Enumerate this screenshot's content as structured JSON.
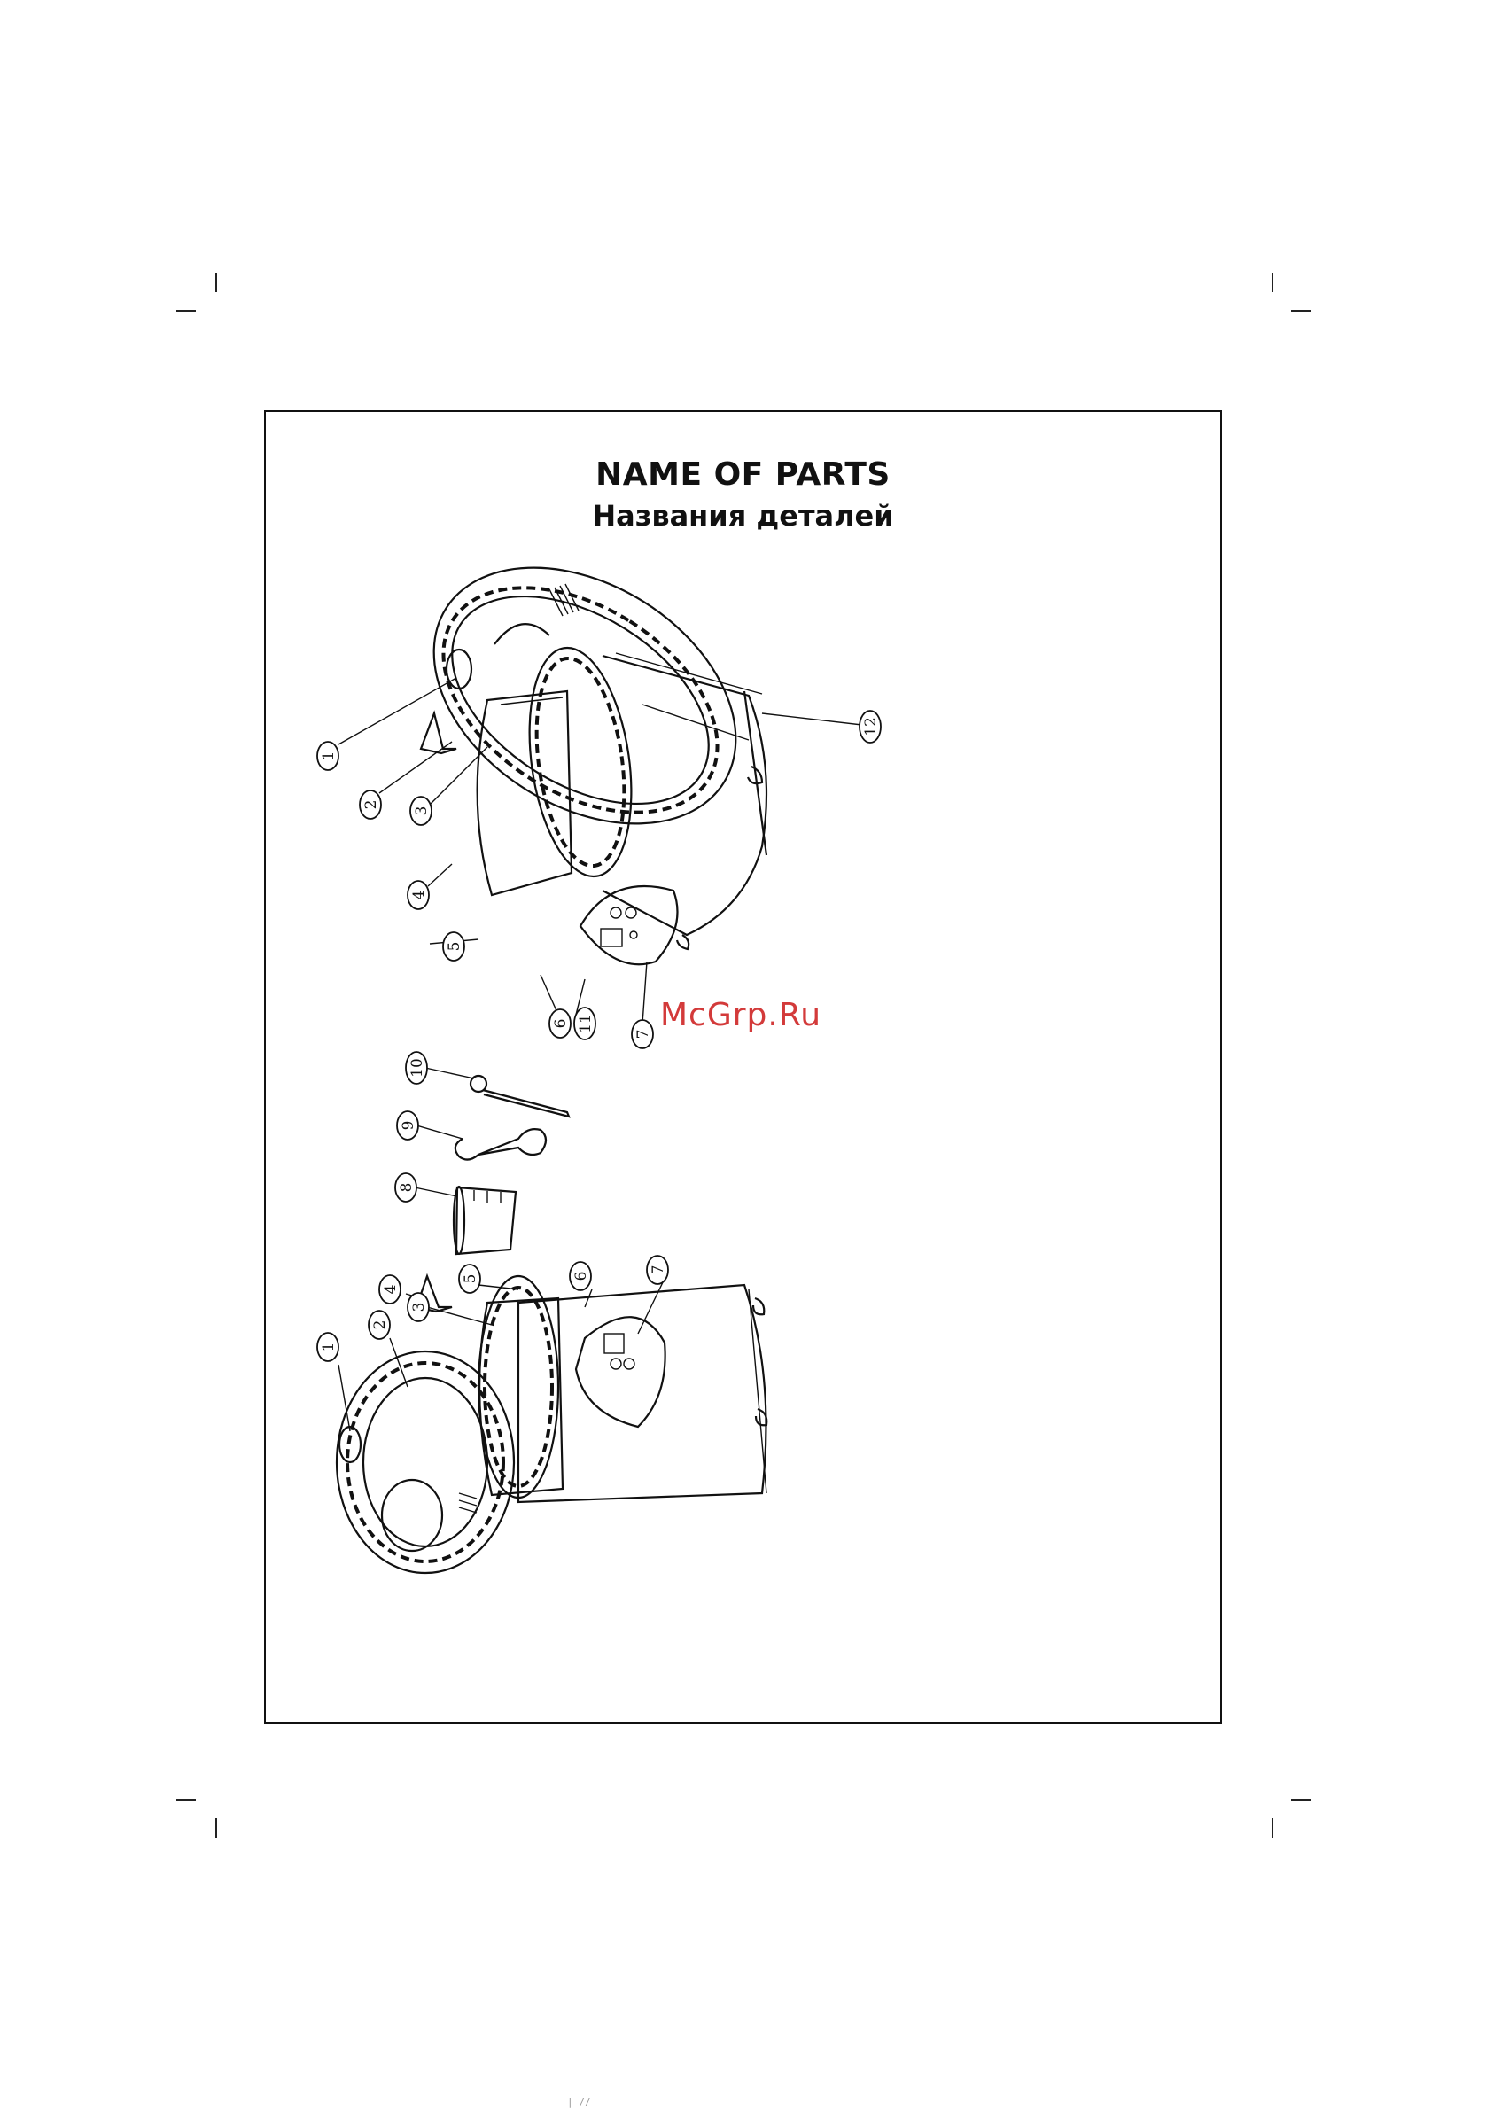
{
  "page": {
    "title_en": "NAME OF PARTS",
    "title_ru": "Названия деталей"
  },
  "watermark": {
    "text": "McGrp.Ru",
    "color": "#d33a3a"
  },
  "callouts": {
    "upper": [
      "1",
      "2",
      "3",
      "4",
      "5",
      "6",
      "11",
      "7",
      "12"
    ],
    "accessories": [
      "10",
      "9",
      "8"
    ],
    "lower": [
      "1",
      "2",
      "3",
      "4",
      "5",
      "6",
      "7"
    ]
  },
  "footer": {
    "mark": "|  //"
  }
}
